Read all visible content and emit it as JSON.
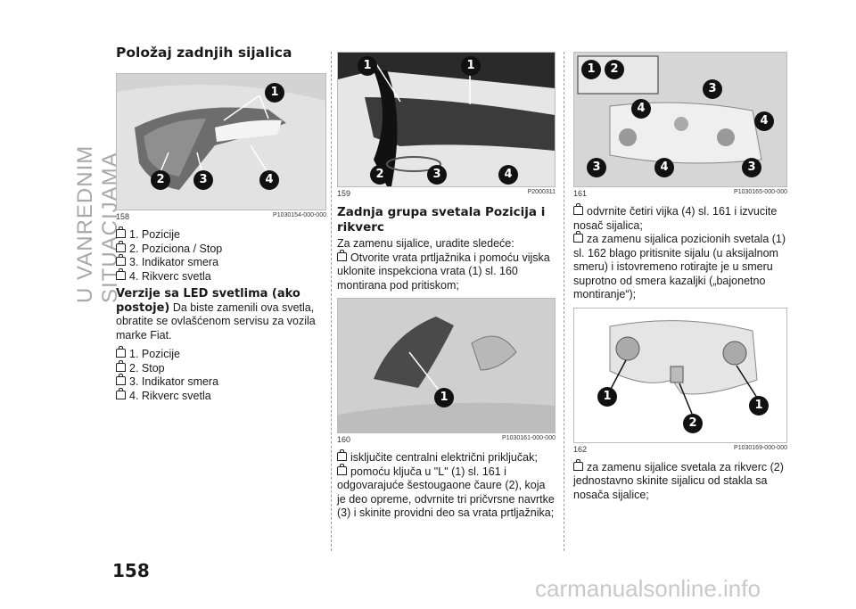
{
  "side_title": "U VANREDNIM SITUACIJAMA",
  "page_number": "158",
  "watermark": "carmanualsonline.info",
  "col1": {
    "heading": "Položaj zadnjih sijalica",
    "fig158": {
      "num": "158",
      "code": "P1030154-000-000",
      "badges": [
        "1",
        "2",
        "3",
        "4"
      ]
    },
    "list1": [
      "1. Pozicije",
      "2. Poziciona / Stop",
      "3. Indikator smera",
      "4. Rikverc svetla"
    ],
    "led_heading": "Verzije sa LED svetlima (ako postoje)",
    "led_text": "Da biste zamenili ova svetla, obratite se ovlašćenom servisu za vozila marke Fiat.",
    "list2": [
      "1. Pozicije",
      "2. Stop",
      "3. Indikator smera",
      "4. Rikverc svetla"
    ]
  },
  "col2": {
    "fig159": {
      "num": "159",
      "code": "P2000311",
      "badges": [
        "1",
        "1",
        "2",
        "3",
        "4"
      ]
    },
    "heading": "Zadnja grupa svetala Pozicija i rikverc",
    "intro": "Za zamenu sijalice, uradite sledeće:",
    "step1": "Otvorite vrata prtljažnika i pomoću vijska uklonite inspekciona vrata (1) sl. 160 montirana pod pritiskom;",
    "fig160": {
      "num": "160",
      "code": "P1030161-000-000",
      "badges": [
        "1"
      ]
    },
    "step2": "isključite centralni električni priključak;",
    "step3": "pomoću ključa u \"L\" (1) sl. 161 i odgovarajuće šestougaone čaure (2), koja je deo opreme, odvrnite tri pričvrsne navrtke (3) i skinite providni deo sa vrata prtljažnika;"
  },
  "col3": {
    "fig161": {
      "num": "161",
      "code": "P1030165-000-000",
      "badges": [
        "1",
        "2",
        "3",
        "4",
        "4",
        "3",
        "4",
        "3"
      ]
    },
    "step1": "odvrnite četiri vijka (4) sl. 161 i izvucite nosač sijalica;",
    "step2": "za zamenu sijalica pozicionih svetala (1) sl. 162 blago pritisnite sijalu (u aksijalnom smeru) i istovremeno rotirajte je u smeru suprotno od smera kazaljki („bajonetno montiranje“);",
    "fig162": {
      "num": "162",
      "code": "P1030169-000-000",
      "badges": [
        "1",
        "1",
        "2"
      ]
    },
    "step3": "za zamenu sijalice svetala za rikverc (2) jednostavno skinite sijalicu od stakla sa nosača sijalice;"
  }
}
